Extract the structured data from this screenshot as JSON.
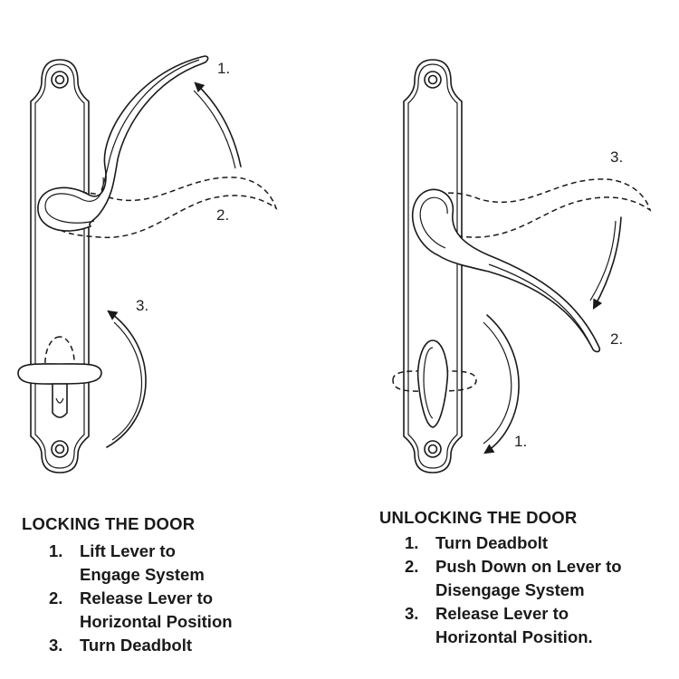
{
  "diagram": {
    "locking_labels": {
      "lift": "1.",
      "release": "2.",
      "deadbolt": "3."
    },
    "unlocking_labels": {
      "deadbolt": "1.",
      "push": "2.",
      "release": "3."
    }
  },
  "locking": {
    "title": "LOCKING THE DOOR",
    "steps": [
      {
        "num": "1.",
        "text": "Lift Lever to\nEngage System"
      },
      {
        "num": "2.",
        "text": "Release Lever to\nHorizontal Position"
      },
      {
        "num": "3.",
        "text": "Turn Deadbolt"
      }
    ]
  },
  "unlocking": {
    "title": "UNLOCKING THE DOOR",
    "steps": [
      {
        "num": "1.",
        "text": "Turn Deadbolt"
      },
      {
        "num": "2.",
        "text": "Push Down on Lever to\nDisengage System"
      },
      {
        "num": "3.",
        "text": "Release Lever to\nHorizontal Position."
      }
    ]
  }
}
